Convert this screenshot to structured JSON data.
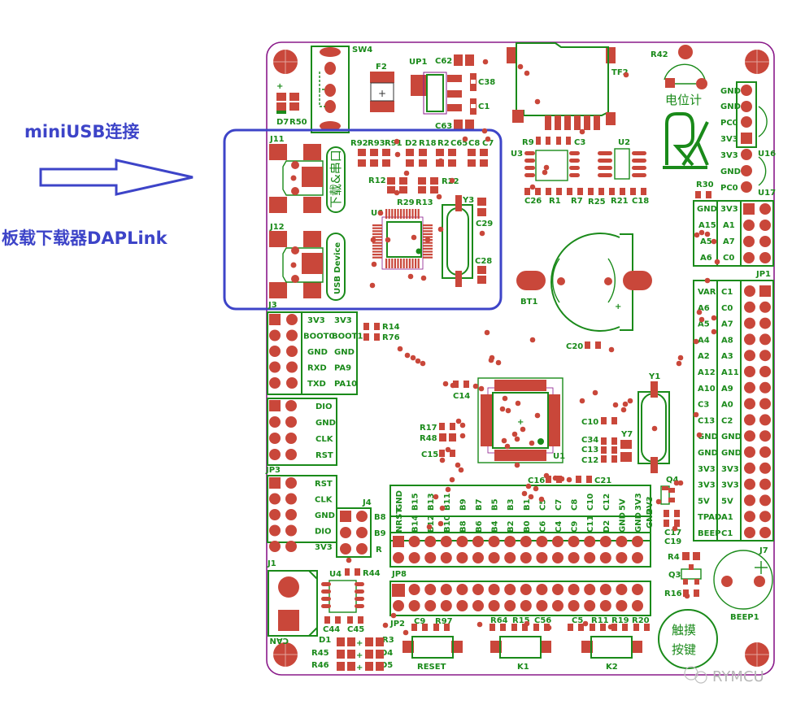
{
  "annotations": {
    "usb_label": "miniUSB连接",
    "daplink_label": "板载下载器DAPLink",
    "highlight_color": "#3d44c8",
    "arrow_icon": "right-arrow-outline"
  },
  "colors": {
    "board_outline": "#8a1a8a",
    "silkscreen": "#1a8a1a",
    "copper_pad": "#c9473a",
    "background": "#ffffff"
  },
  "board": {
    "designators": {
      "SW4": "SW4",
      "F2": "F2",
      "UP1": "UP1",
      "C62": "C62",
      "C38": "C38",
      "C1": "C1",
      "C63": "C63",
      "TF2": "TF2",
      "R42": "R42",
      "D7": "D7",
      "R50": "R50",
      "J11": "J11",
      "J12": "J12",
      "J3": "J3",
      "R92": "R92",
      "R93": "R93",
      "R91": "R91",
      "D2": "D2",
      "R18": "R18",
      "R2": "R2",
      "C65": "C65",
      "C8": "C8",
      "C7": "C7",
      "R12": "R12",
      "R22": "R22",
      "R29": "R29",
      "R13": "R13",
      "U6": "U6",
      "Y3": "Y3",
      "C29": "C29",
      "C28": "C28",
      "R9": "R9",
      "C3": "C3",
      "U3": "U3",
      "U2": "U2",
      "C26": "C26",
      "R1": "R1",
      "R7": "R7",
      "R25": "R25",
      "R21": "R21",
      "C18": "C18",
      "R30": "R30",
      "U16": "U16",
      "U17": "U17",
      "JP1": "JP1",
      "BT1": "BT1",
      "C20": "C20",
      "R14": "R14",
      "R76": "R76",
      "C14": "C14",
      "U1": "U1",
      "R17": "R17",
      "R48": "R48",
      "C15": "C15",
      "C10": "C10",
      "C34": "C34",
      "C13": "C13",
      "C12": "C12",
      "Y7": "Y7",
      "Y1": "Y1",
      "C16": "C16",
      "C21": "C21",
      "Q4": "Q4",
      "C17": "C17",
      "C19": "C19",
      "R4": "R4",
      "Q3": "Q3",
      "R16": "R16",
      "J7": "J7",
      "BEEP1": "BEEP1",
      "JP3": "JP3",
      "J4": "J4",
      "J1": "J1",
      "JP8": "JP8",
      "U4": "U4",
      "R44": "R44",
      "C44": "C44",
      "C45": "C45",
      "JP2": "JP2",
      "C9": "C9",
      "R97": "R97",
      "R64": "R64",
      "R15": "R15",
      "C56": "C56",
      "C5": "C5",
      "R11": "R11",
      "R19": "R19",
      "R20": "R20",
      "D1": "D1",
      "R3": "R3",
      "R45": "R45",
      "D4": "D4",
      "R46": "R46",
      "D5": "D5",
      "CAN": "CAN",
      "RESET": "RESET",
      "K1": "K1",
      "K2": "K2"
    },
    "chinese_labels": {
      "potentiometer": "电位计",
      "download_serial": "下载&串口",
      "usb_device": "USB Device",
      "touch_key_1": "触摸",
      "touch_key_2": "按键"
    },
    "watermark": "RYMCU",
    "u16_pins": [
      "GND",
      "GND",
      "PC0",
      "3V3"
    ],
    "u17_pins": [
      "3V3",
      "GND",
      "PC0"
    ],
    "j3_pins": {
      "left": [
        "3V3",
        "BOOT0",
        "GND",
        "RXD",
        "TXD"
      ],
      "right": [
        "3V3",
        "BOOT1",
        "GND",
        "PA9",
        "PA10"
      ]
    },
    "swd_pins": [
      "DIO",
      "GND",
      "CLK",
      "RST"
    ],
    "jp3_pins": [
      "RST",
      "CLK",
      "GND",
      "DIO",
      "3V3"
    ],
    "j4_pins": [
      "B8",
      "B9",
      "R"
    ],
    "jp1_top": {
      "left": [
        "GND",
        "A15",
        "A5",
        "A6"
      ],
      "right": [
        "3V3",
        "A1",
        "A7",
        "C0"
      ]
    },
    "j7": {
      "left": [
        "VAR",
        "A6",
        "A5",
        "A4",
        "A2",
        "A12",
        "A10",
        "C3",
        "C13",
        "GND",
        "GND",
        "3V3",
        "3V3",
        "5V",
        "TPAD",
        "BEEP"
      ],
      "right": [
        "C1",
        "C0",
        "A7",
        "A8",
        "A3",
        "A11",
        "A9",
        "A0",
        "C2",
        "GND",
        "GND",
        "3V3",
        "3V3",
        "5V",
        "A1",
        "C1"
      ]
    },
    "jp8": {
      "top": [
        "GND",
        "B15",
        "B13",
        "B11",
        "B9",
        "B7",
        "B5",
        "B3",
        "B1",
        "C5",
        "C7",
        "C8",
        "C10",
        "C12",
        "5V",
        "3V3"
      ],
      "bottom": [
        "NRST",
        "B14",
        "B12",
        "B10",
        "B8",
        "B6",
        "B4",
        "B2",
        "B0",
        "C6",
        "C4",
        "C9",
        "C11",
        "D2",
        "GND",
        "GND"
      ]
    },
    "side_labels": [
      "3V3",
      "GND"
    ]
  }
}
